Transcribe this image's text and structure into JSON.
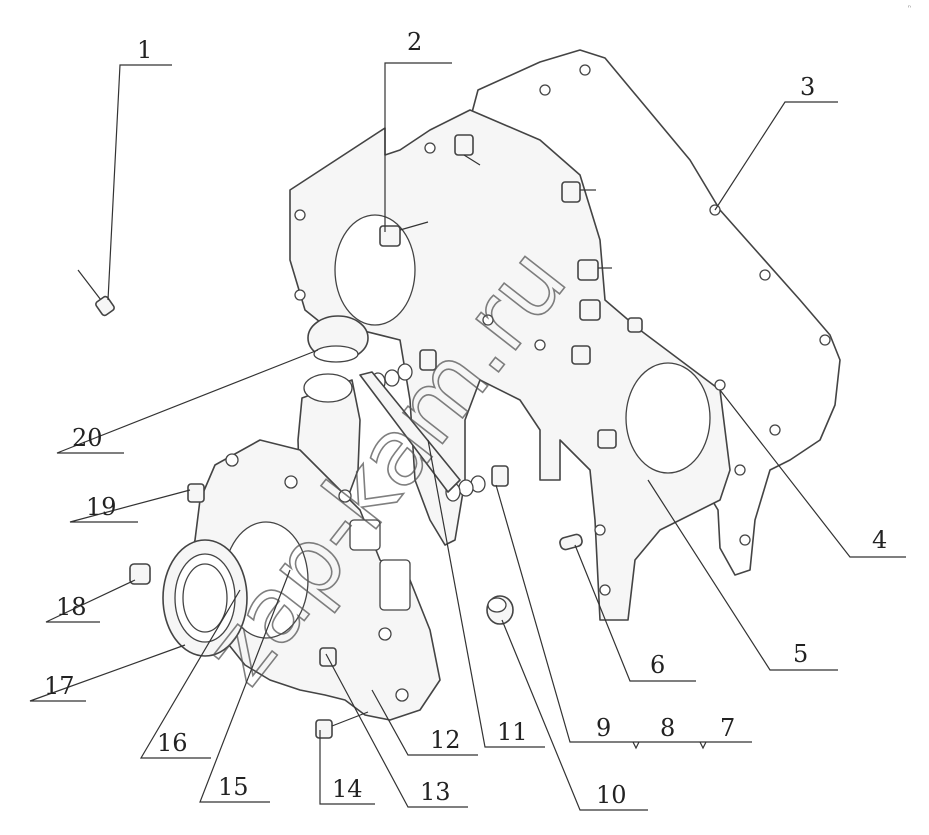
{
  "callouts": [
    "1",
    "2",
    "3",
    "4",
    "5",
    "6",
    "7",
    "8",
    "9",
    "10",
    "11",
    "12",
    "13",
    "14",
    "15",
    "16",
    "17",
    "18",
    "19",
    "20"
  ],
  "watermark": "zap-kam.ru",
  "corner_mark": "ⁿ"
}
